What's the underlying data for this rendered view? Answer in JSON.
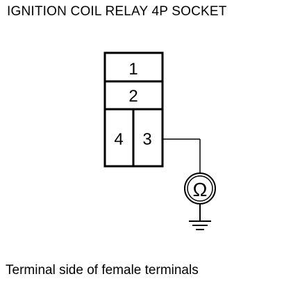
{
  "title": "IGNITION COIL RELAY 4P SOCKET",
  "caption": "Terminal side of female terminals",
  "connector": {
    "terminals": [
      {
        "id": "t1",
        "label": "1"
      },
      {
        "id": "t2",
        "label": "2"
      },
      {
        "id": "t4",
        "label": "4"
      },
      {
        "id": "t3",
        "label": "3"
      }
    ]
  },
  "meter": {
    "symbol": "Ω"
  }
}
